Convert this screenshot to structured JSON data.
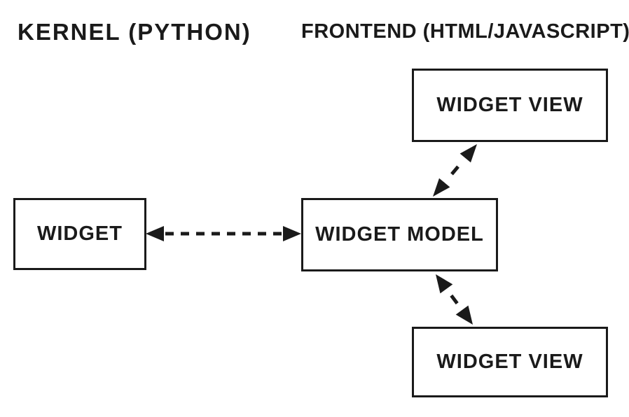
{
  "diagram": {
    "ink_color": "#1a1a1a",
    "background_color": "#ffffff",
    "headers": {
      "kernel": "KERNEL (PYTHON)",
      "frontend": "FRONTEND (HTML/JAVASCRIPT)"
    },
    "nodes": {
      "widget": {
        "label": "WIDGET",
        "section": "KERNEL (PYTHON)"
      },
      "widget_model": {
        "label": "WIDGET MODEL",
        "section": "FRONTEND (HTML/JAVASCRIPT)"
      },
      "widget_view_top": {
        "label": "WIDGET VIEW",
        "section": "FRONTEND (HTML/JAVASCRIPT)"
      },
      "widget_view_bottom": {
        "label": "WIDGET VIEW",
        "section": "FRONTEND (HTML/JAVASCRIPT)"
      }
    },
    "edges": [
      {
        "from": "WIDGET",
        "to": "WIDGET MODEL",
        "style": "dashed double-headed arrow"
      },
      {
        "from": "WIDGET MODEL",
        "to": "WIDGET VIEW (top)",
        "style": "dashed double-headed arrow"
      },
      {
        "from": "WIDGET MODEL",
        "to": "WIDGET VIEW (bottom)",
        "style": "dashed double-headed arrow"
      }
    ]
  }
}
